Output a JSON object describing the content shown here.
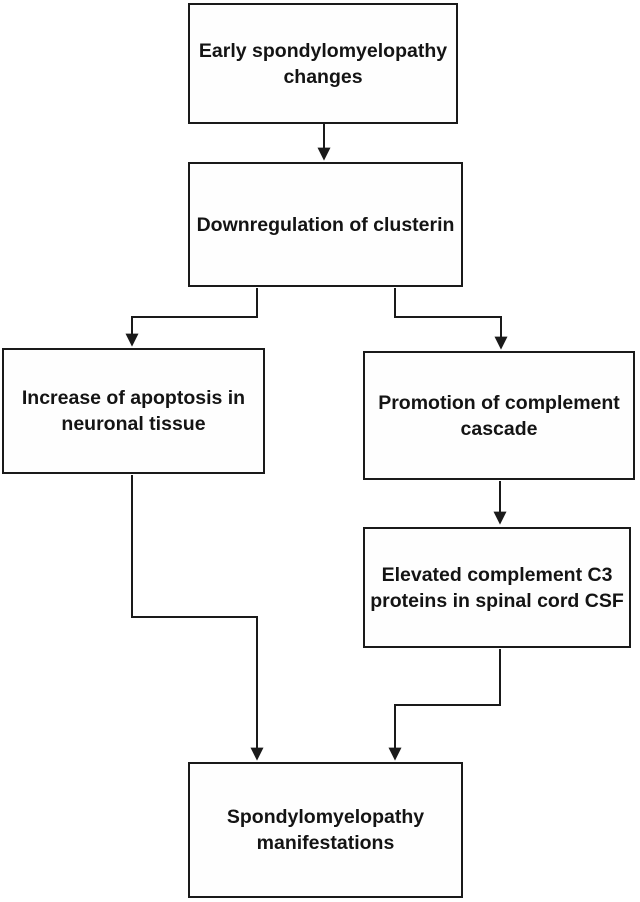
{
  "diagram": {
    "type": "flowchart",
    "nodes": {
      "early_changes": {
        "label": "Early spondylomyelopathy\nchanges"
      },
      "downregulation": {
        "label": "Downregulation of clusterin"
      },
      "apoptosis": {
        "label": "Increase of apoptosis in\nneuronal tissue"
      },
      "complement_cascade": {
        "label": "Promotion of complement\ncascade"
      },
      "elevated_c3": {
        "label": "Elevated complement C3\nproteins in spinal cord CSF"
      },
      "manifestations": {
        "label": "Spondylomyelopathy\nmanifestations"
      }
    },
    "edges": [
      {
        "from": "early_changes",
        "to": "downregulation"
      },
      {
        "from": "downregulation",
        "to": "apoptosis"
      },
      {
        "from": "downregulation",
        "to": "complement_cascade"
      },
      {
        "from": "complement_cascade",
        "to": "elevated_c3"
      },
      {
        "from": "apoptosis",
        "to": "manifestations"
      },
      {
        "from": "elevated_c3",
        "to": "manifestations"
      }
    ],
    "colors": {
      "line": "#1a1a1a",
      "box_border": "#1a1a1a",
      "box_fill": "#fefefe",
      "text": "#141414",
      "background": "#ffffff"
    }
  }
}
